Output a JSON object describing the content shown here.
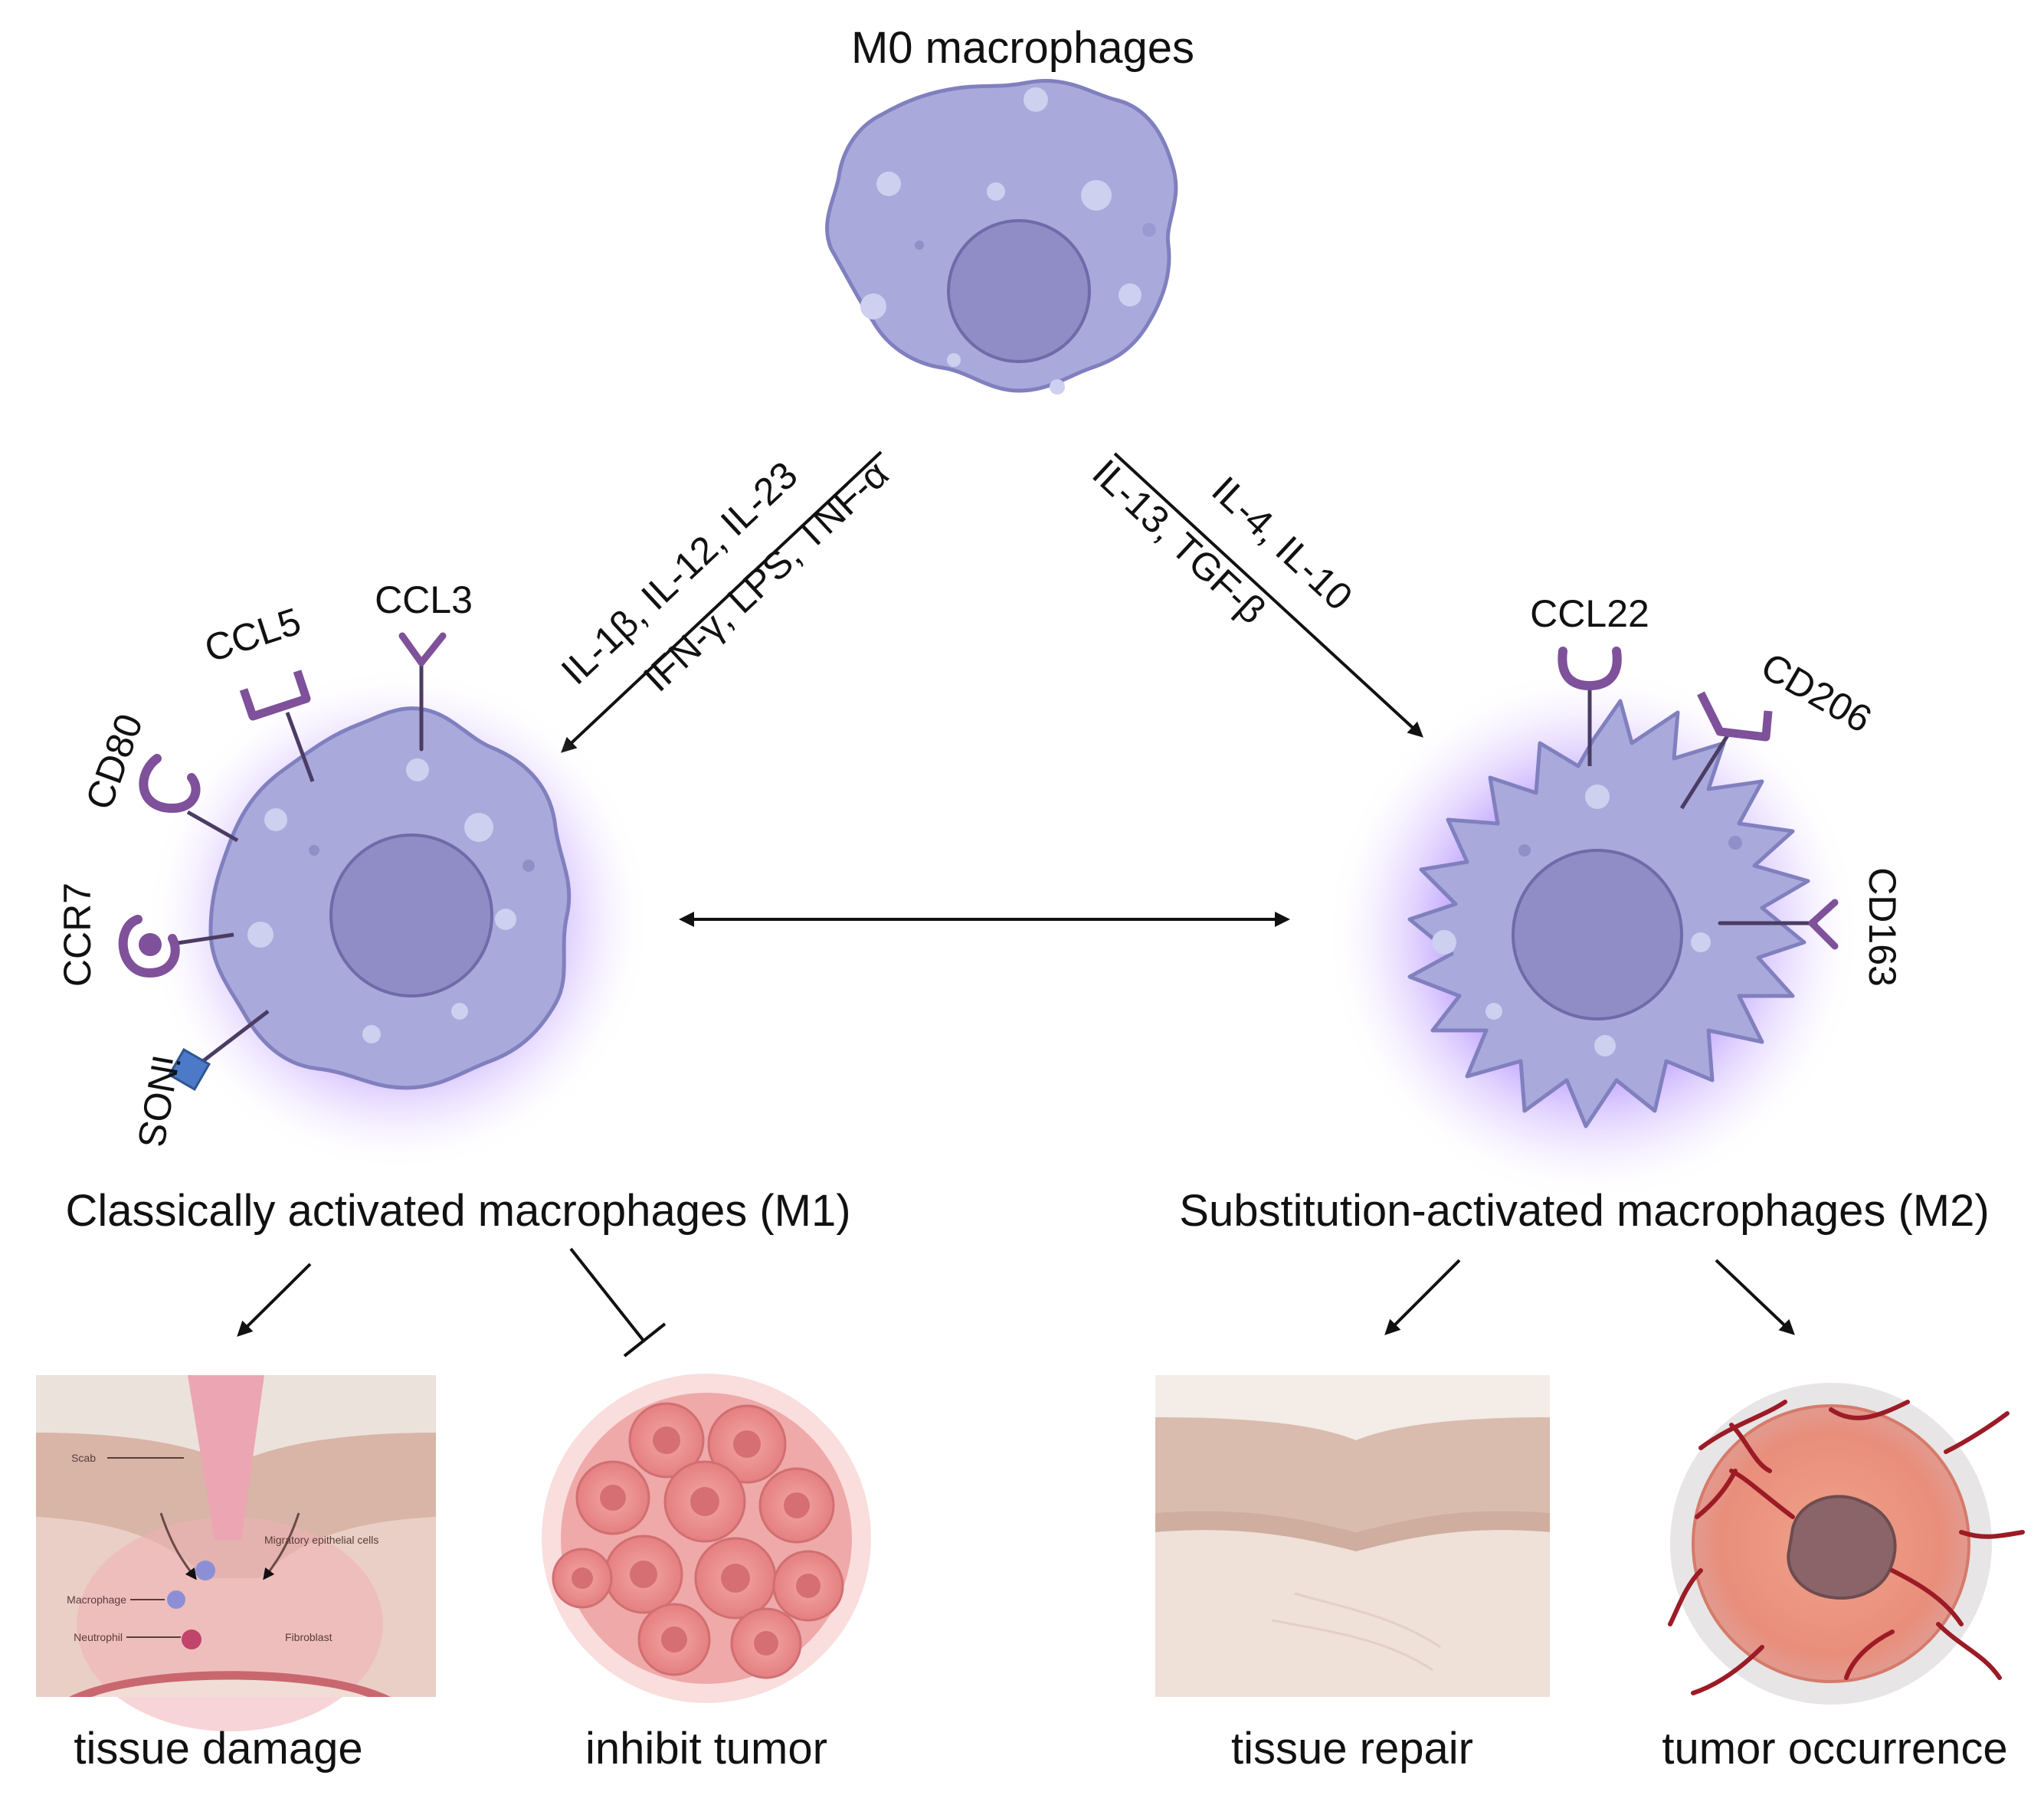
{
  "cells": {
    "m0": "M0 macrophages",
    "m1": "Classically activated macrophages (M1)",
    "m2": "Substitution-activated macrophages (M2)"
  },
  "stimuli": {
    "m1_line1": "IL-1β, IL-12, IL-23",
    "m1_line2": "IFN-γ, LPS, TNF-α",
    "m2_line1": "IL-4, IL-10",
    "m2_line2": "IL-13, TGF-β"
  },
  "m1_markers": [
    "CD80",
    "CCL5",
    "CCL3",
    "CCR7",
    "iNOS"
  ],
  "m2_markers": [
    "CCL22",
    "CD206",
    "CD163"
  ],
  "outcomes": {
    "tissue_damage": "tissue damage",
    "inhibit_tumor": "inhibit tumor",
    "tissue_repair": "tissue repair",
    "tumor_occurrence": "tumor occurrence"
  },
  "wound_labels": {
    "scab": "Scab",
    "migratory": "Migratory epithelial cells",
    "macrophage": "Macrophage",
    "neutrophil": "Neutrophil",
    "fibroblast": "Fibroblast"
  },
  "colors": {
    "cell_fill": "#a9a9dc",
    "cell_edge": "#8080bf",
    "nucleus": "#8f8cc6",
    "receptor": "#7e519a",
    "glow": "#a070ff",
    "inos": "#4c79c8",
    "tumor": "#e8868a",
    "vessel": "#9b1b26"
  }
}
